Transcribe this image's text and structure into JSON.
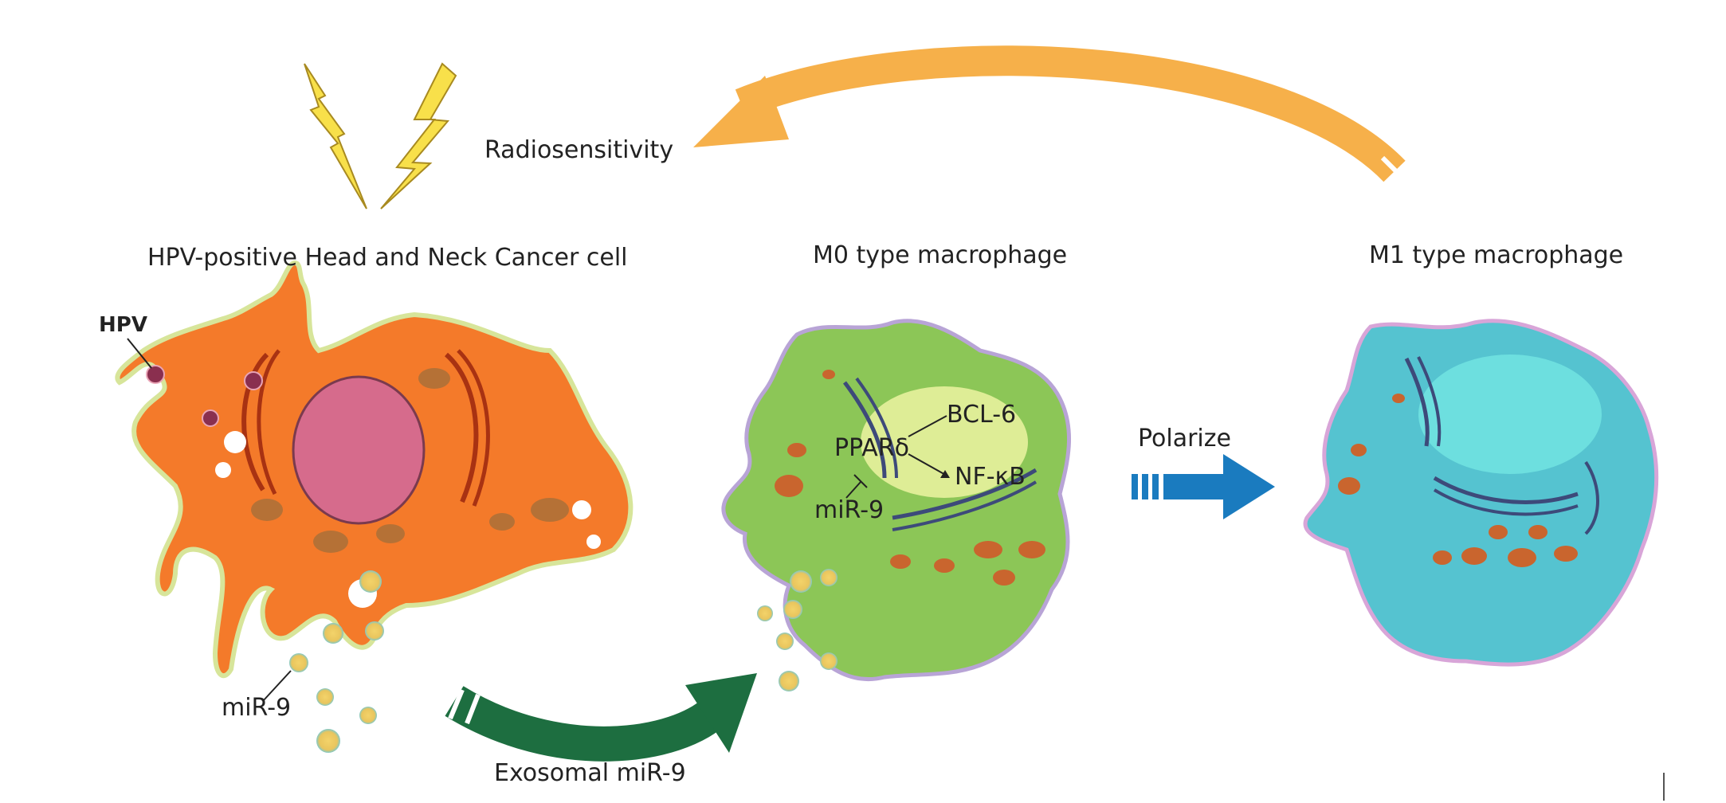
{
  "labels": {
    "radiosensitivity": "Radiosensitivity",
    "cancer_cell_title": "HPV-positive Head and Neck Cancer cell",
    "m0_title": "M0 type macrophage",
    "m1_title": "M1 type macrophage",
    "hpv": "HPV",
    "mir9_cancer": "miR-9",
    "ppard": "PPARδ",
    "bcl6": "BCL-6",
    "nfkb": "NF-κB",
    "mir9_m0": "miR-9",
    "polarize": "Polarize",
    "exosomal_mir9": "Exosomal miR-9"
  },
  "colors": {
    "cancer_cell": "#f47a2a",
    "cancer_nucleus": "#d66b8c",
    "m0_cell": "#8cc657",
    "m0_nucleus": "#e3ef9a",
    "m1_cell": "#55c3d0",
    "m1_nucleus": "#6fe0df",
    "radiosensitivity_arrow": "#f6b04a",
    "exosome_arrow": "#1d6e40",
    "polarize_arrow": "#1a7bbf",
    "lightning": "#f8e04a"
  },
  "icons": {
    "lightning": "lightning-bolt-icon",
    "exosome": "exosome-vesicle-icon"
  }
}
